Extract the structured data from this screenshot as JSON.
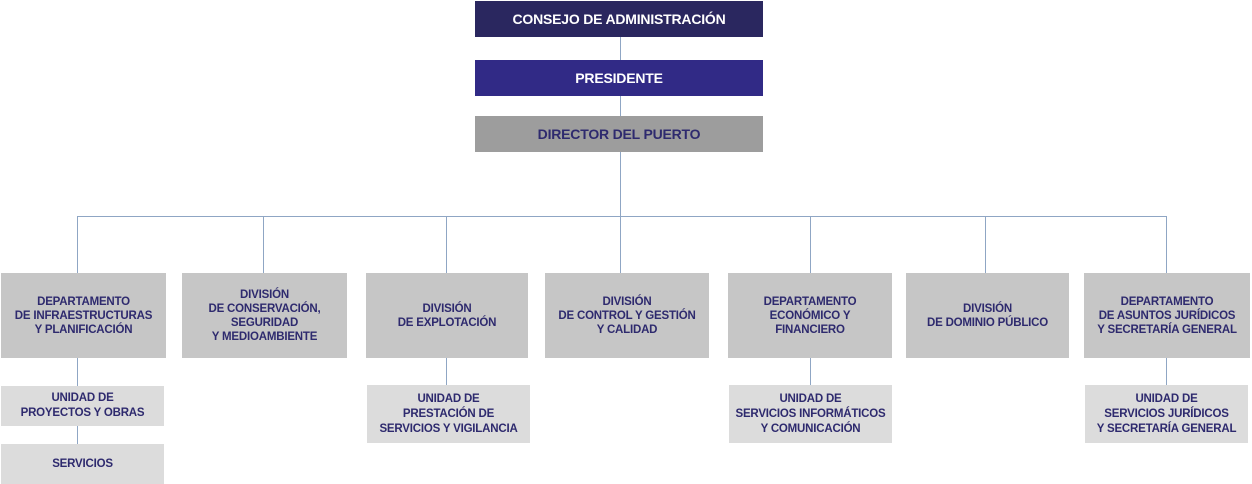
{
  "colors": {
    "council": "#2a275f",
    "president": "#312a86",
    "director": "#9d9d9d",
    "division": "#c6c6c6",
    "unit": "#dcdcdc",
    "text_dark": "#2e2a6e",
    "connector": "#8fa6c4"
  },
  "top": {
    "council": "CONSEJO DE ADMINISTRACIÓN",
    "president": "PRESIDENTE",
    "director": "DIRECTOR DEL PUERTO"
  },
  "divisions": [
    {
      "label": "DEPARTAMENTO\nDE INFRAESTRUCTURAS\nY PLANIFICACIÓN"
    },
    {
      "label": "DIVISIÓN\nDE CONSERVACIÓN,\nSEGURIDAD\nY MEDIOAMBIENTE"
    },
    {
      "label": "DIVISIÓN\nDE EXPLOTACIÓN"
    },
    {
      "label": "DIVISIÓN\nDE CONTROL Y GESTIÓN\nY CALIDAD"
    },
    {
      "label": "DEPARTAMENTO\nECONÓMICO Y\nFINANCIERO"
    },
    {
      "label": "DIVISIÓN\nDE DOMINIO PÚBLICO"
    },
    {
      "label": "DEPARTAMENTO\nDE ASUNTOS JURÍDICOS\nY SECRETARÍA GENERAL"
    }
  ],
  "units": [
    {
      "label": "UNIDAD DE\nPROYECTOS Y OBRAS"
    },
    {
      "label": "SERVICIOS"
    },
    {
      "label": "UNIDAD DE\nPRESTACIÓN DE\nSERVICIOS Y VIGILANCIA"
    },
    {
      "label": "UNIDAD DE\nSERVICIOS INFORMÁTICOS\nY COMUNICACIÓN"
    },
    {
      "label": "UNIDAD DE\nSERVICIOS JURÍDICOS\nY SECRETARÍA GENERAL"
    }
  ]
}
